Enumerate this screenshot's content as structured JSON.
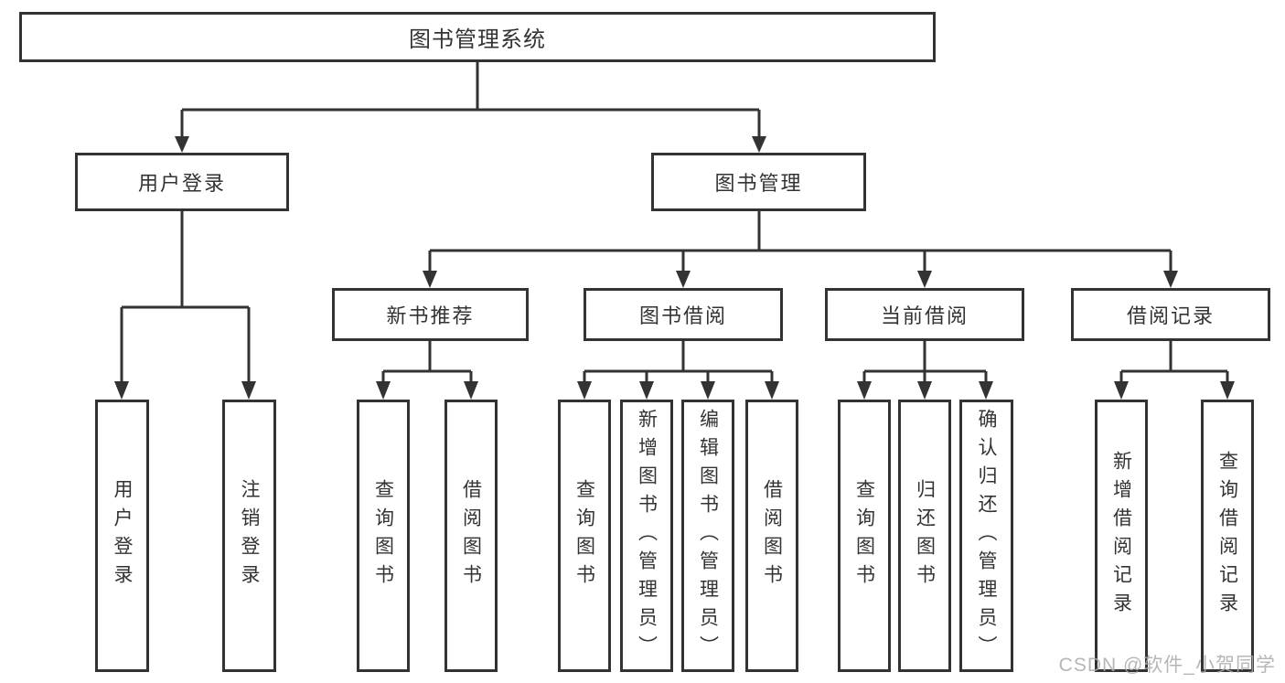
{
  "diagram": {
    "type": "feature-tree",
    "root": {
      "label": "图书管理系统"
    },
    "branches": [
      {
        "label": "用户登录",
        "children": [
          {
            "label": "用户登录"
          },
          {
            "label": "注销登录"
          }
        ]
      },
      {
        "label": "图书管理",
        "children": [
          {
            "label": "新书推荐",
            "children": [
              {
                "label": "查询图书"
              },
              {
                "label": "借阅图书"
              }
            ]
          },
          {
            "label": "图书借阅",
            "children": [
              {
                "label": "查询图书"
              },
              {
                "label": "新增图书（管理员）"
              },
              {
                "label": "编辑图书（管理员）"
              },
              {
                "label": "借阅图书"
              }
            ]
          },
          {
            "label": "当前借阅",
            "children": [
              {
                "label": "查询图书"
              },
              {
                "label": "归还图书"
              },
              {
                "label": "确认归还（管理员）"
              }
            ]
          },
          {
            "label": "借阅记录",
            "children": [
              {
                "label": "新增借阅记录"
              },
              {
                "label": "查询借阅记录"
              }
            ]
          }
        ]
      }
    ]
  },
  "watermark": {
    "text": "CSDN @软件_小贺同学"
  },
  "colors": {
    "line": "#333333",
    "text": "#333333",
    "watermark": "#aaaaaa",
    "background": "#ffffff"
  }
}
